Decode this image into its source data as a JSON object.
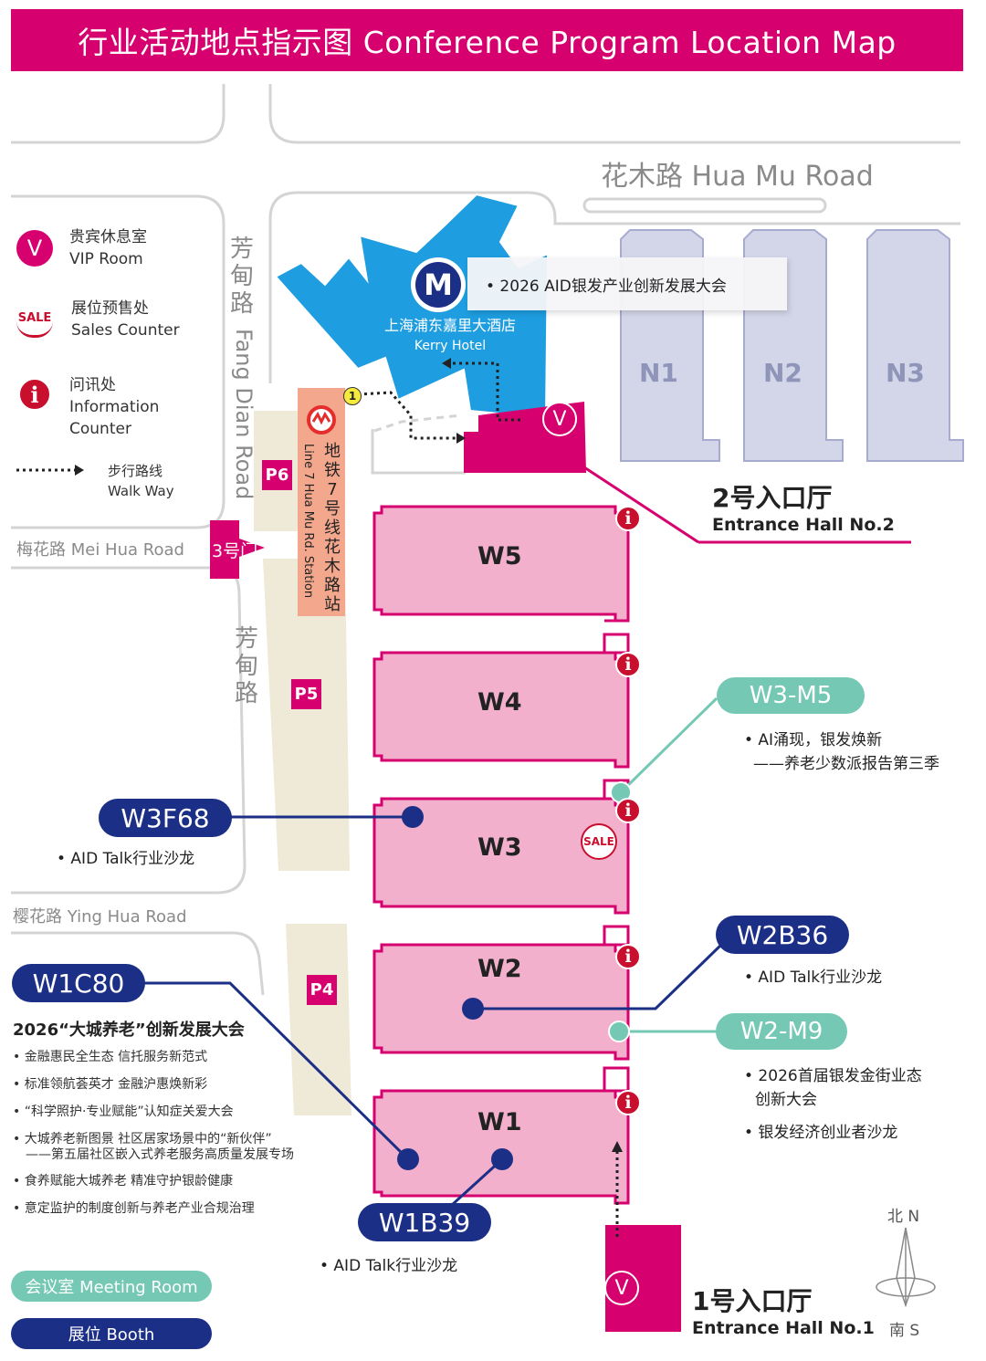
{
  "header": {
    "title": "行业活动地点指示图  Conference Program Location Map"
  },
  "roads": {
    "huamu": "花木路 Hua Mu Road",
    "fangdian_cn": "芳甸路",
    "fangdian_en": "Fang Dian Road",
    "fangdian_cn2": "芳甸路",
    "meihua": "梅花路 Mei Hua Road",
    "yinghua": "樱花路 Ying Hua Road"
  },
  "legend": {
    "vip_cn": "贵宾休息室",
    "vip_en": "VIP Room",
    "sales_cn": "展位预售处",
    "sales_en": "Sales Counter",
    "info_cn": "问讯处",
    "info_en1": "Information",
    "info_en2": "Counter",
    "walk_cn": "步行路线",
    "walk_en": "Walk Way",
    "meeting_room": "会议室 Meeting Room",
    "booth": "展位 Booth"
  },
  "icons": {
    "vip": "V",
    "sale": "SALE",
    "info": "i",
    "metro_logo": "M",
    "exit_number": "1"
  },
  "hotel": {
    "cn": "上海浦东嘉里大酒店",
    "en": "Kerry Hotel",
    "event": "• 2026 AID银发产业创新发展大会"
  },
  "metro": {
    "cn": "地铁7号线花木路站",
    "en": "Line 7 Hua Mu Rd. Station",
    "gate": "3号门"
  },
  "halls": {
    "n1": "N1",
    "n2": "N2",
    "n3": "N3",
    "w5": "W5",
    "w4": "W4",
    "w3": "W3",
    "w2": "W2",
    "w1": "W1"
  },
  "parking": {
    "p6": "P6",
    "p5": "P5",
    "p4": "P4"
  },
  "entrance2": {
    "cn": "2号入口厅",
    "en": "Entrance Hall No.2"
  },
  "entrance1": {
    "cn": "1号入口厅",
    "en": "Entrance Hall No.1"
  },
  "compass": {
    "north": "北 N",
    "south": "南 S"
  },
  "callouts": {
    "w3m5": {
      "label": "W3-M5",
      "line1": "• AI涌现，银发焕新",
      "line2": "——养老少数派报告第三季"
    },
    "w3f68": {
      "label": "W3F68",
      "line1": "• AID Talk行业沙龙"
    },
    "w2b36": {
      "label": "W2B36",
      "line1": "• AID Talk行业沙龙"
    },
    "w2m9": {
      "label": "W2-M9",
      "line1": "• 2026首届银发金街业态",
      "line2": "创新大会",
      "line3": "• 银发经济创业者沙龙"
    },
    "w1b39": {
      "label": "W1B39",
      "line1": "• AID Talk行业沙龙"
    },
    "w1c80": {
      "label": "W1C80",
      "title": "2026“大城养老”创新发展大会",
      "items": [
        "• 金融惠民全生态 信托服务新范式",
        "• 标准领航荟英才 金融沪惠焕新彩",
        "• “科学照护·专业赋能”认知症关爱大会",
        "• 大城养老新图景 社区居家场景中的“新伙伴”",
        "——第五届社区嵌入式养老服务高质量发展专场",
        "• 食养赋能大城养老 精准守护银龄健康",
        "• 意定监护的制度创新与养老产业合规治理"
      ]
    }
  },
  "colors": {
    "magenta": "#d6006f",
    "hall_pink": "#f3b0cd",
    "navy": "#1c2f86",
    "teal": "#74c8b4",
    "hotel_blue": "#1e9de0",
    "n_hall": "#d3d6e8",
    "park": "#efe9d8"
  }
}
